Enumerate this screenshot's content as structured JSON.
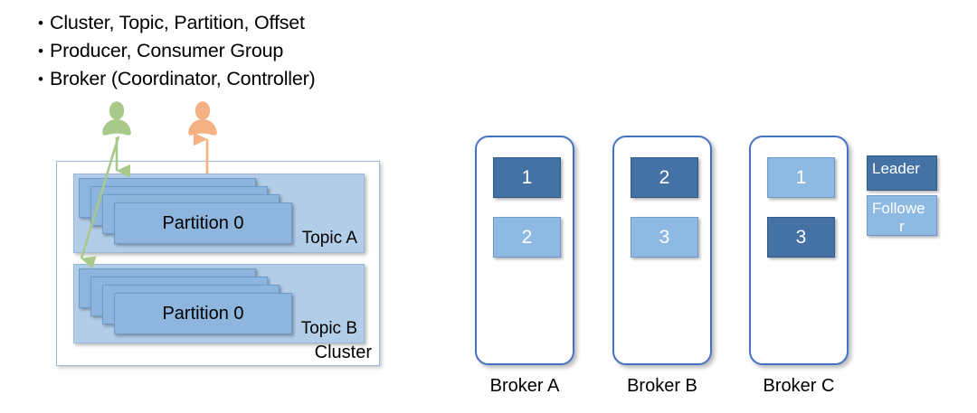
{
  "bullets": [
    {
      "marker": "•",
      "text": "Cluster, Topic, Partition, Offset"
    },
    {
      "marker": "•",
      "text": "Producer, Consumer Group"
    },
    {
      "marker": "•",
      "text": "Broker (Coordinator, Controller)"
    }
  ],
  "cluster": {
    "label": "Cluster",
    "topics": [
      {
        "label": "Topic A",
        "partition_label": "Partition 0",
        "card_count": 4
      },
      {
        "label": "Topic B",
        "partition_label": "Partition 0",
        "card_count": 4
      }
    ],
    "actors": [
      {
        "name": "producer",
        "color": "#A9C98A",
        "direction": "down"
      },
      {
        "name": "consumer",
        "color": "#F4B183",
        "direction": "up"
      }
    ]
  },
  "brokers": [
    {
      "label": "Broker A",
      "replicas": [
        {
          "value": "1",
          "role": "leader"
        },
        {
          "value": "2",
          "role": "follower"
        }
      ]
    },
    {
      "label": "Broker B",
      "replicas": [
        {
          "value": "2",
          "role": "leader"
        },
        {
          "value": "3",
          "role": "follower"
        }
      ]
    },
    {
      "label": "Broker C",
      "replicas": [
        {
          "value": "1",
          "role": "follower"
        },
        {
          "value": "3",
          "role": "leader"
        }
      ]
    }
  ],
  "legend": {
    "leader": "Leader",
    "follower_line1": "Followe",
    "follower_line2": "r"
  },
  "colors": {
    "leader_fill": "#4472A4",
    "follower_fill": "#8DB9E2",
    "broker_border": "#4472C4",
    "topic_fill": "#B2CDE8",
    "partition_fill": "#8DB5DD",
    "producer": "#A9C98A",
    "consumer": "#F4B183",
    "background": "#FFFFFF"
  }
}
